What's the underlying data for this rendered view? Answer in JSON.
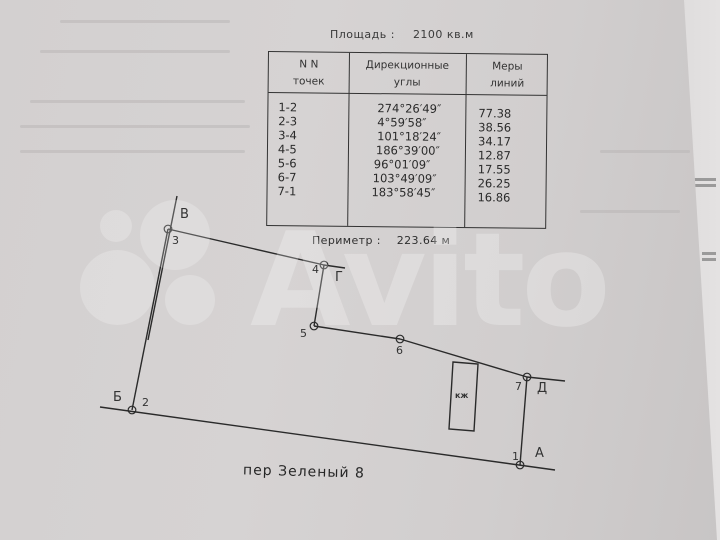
{
  "document": {
    "area_label": "Площадь :",
    "area_value": "2100 кв.м",
    "table": {
      "headers": {
        "points": [
          "N N",
          "точек"
        ],
        "angles": [
          "Дирекционные",
          "углы"
        ],
        "lengths": [
          "Меры",
          "линий"
        ]
      },
      "rows": [
        {
          "points": "1-2",
          "angle": "274°26′49″",
          "length": "77.38"
        },
        {
          "points": "2-3",
          "angle": "4°59′58″",
          "length": "38.56"
        },
        {
          "points": "3-4",
          "angle": "101°18′24″",
          "length": "34.17"
        },
        {
          "points": "4-5",
          "angle": "186°39′00″",
          "length": "12.87"
        },
        {
          "points": "5-6",
          "angle": "96°01′09″",
          "length": "17.55"
        },
        {
          "points": "6-7",
          "angle": "103°49′09″",
          "length": "26.25"
        },
        {
          "points": "7-1",
          "angle": "183°58′45″",
          "length": "16.86"
        }
      ]
    },
    "perimeter_label": "Периметр :",
    "perimeter_value": "223.64 м",
    "plan": {
      "points": [
        {
          "n": "1",
          "corner": "А"
        },
        {
          "n": "2",
          "corner": "Б"
        },
        {
          "n": "3",
          "corner": "В"
        },
        {
          "n": "4",
          "corner": "Г"
        },
        {
          "n": "5",
          "corner": ""
        },
        {
          "n": "6",
          "corner": ""
        },
        {
          "n": "7",
          "corner": "Д"
        }
      ],
      "building_label": "кж",
      "street_label": "пер Зеленый 8"
    },
    "watermark": "Avito",
    "colors": {
      "paper": "#d3d0d0",
      "ink": "#2a2a2a"
    }
  }
}
